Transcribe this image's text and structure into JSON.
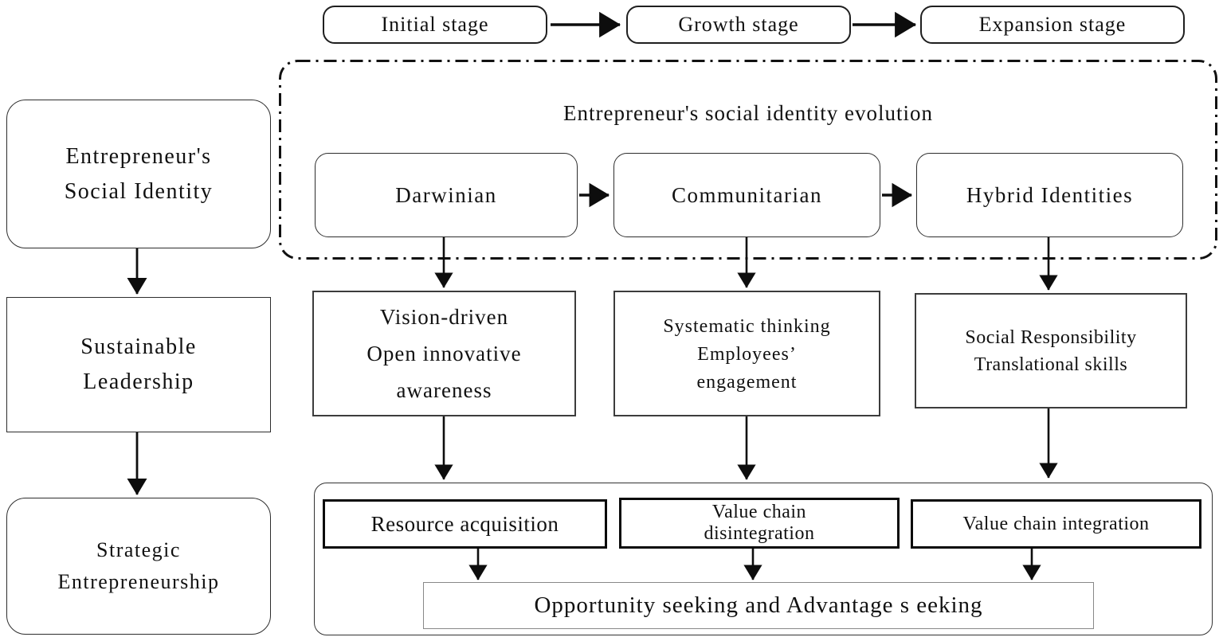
{
  "stages_row": {
    "items": [
      {
        "label": "Initial stage"
      },
      {
        "label": "Growth stage"
      },
      {
        "label": "Expansion stage"
      }
    ]
  },
  "evolution_group": {
    "title": "Entrepreneur's social identity evolution",
    "items": [
      {
        "label": "Darwinian"
      },
      {
        "label": "Communitarian"
      },
      {
        "label": "Hybrid Identities"
      }
    ]
  },
  "left_column": {
    "items": [
      {
        "label": "Entrepreneur's\nSocial Identity"
      },
      {
        "label": "Sustainable\nLeadership"
      },
      {
        "label": "Strategic\nEntrepreneurship"
      }
    ]
  },
  "capability_row": {
    "items": [
      {
        "label": "Vision-driven\nOpen innovative\nawareness"
      },
      {
        "label": "Systematic thinking\nEmployees’\nengagement"
      },
      {
        "label": "Social Responsibility\nTranslational skills"
      }
    ]
  },
  "outcome_group": {
    "items": [
      {
        "label": "Resource acquisition"
      },
      {
        "label": "Value chain\ndisintegration"
      },
      {
        "label": "Value chain integration"
      }
    ],
    "footer": "Opportunity seeking and Advantage s eeking"
  },
  "colors": {
    "background": "#ffffff",
    "stroke": "#111111",
    "box_border": "#2d2d2d",
    "thick_border": "#0a0a0a",
    "light_border": "#888888"
  }
}
